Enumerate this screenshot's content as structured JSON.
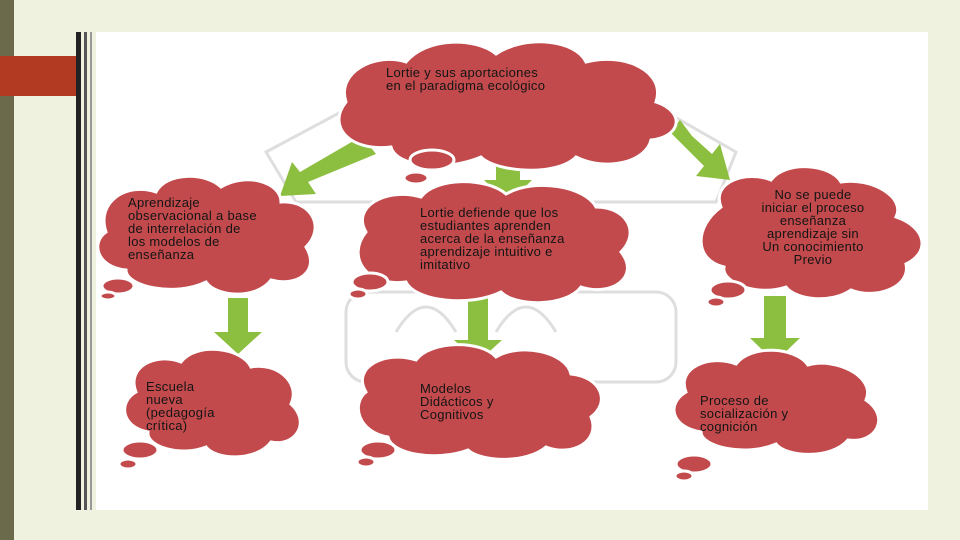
{
  "colors": {
    "cloud_fill": "#c24a4d",
    "cloud_stroke": "#ffffff",
    "arrow_fill": "#8cbf3f",
    "text": "#141414",
    "slide_background": "#eef2de",
    "accent": "#b33a22"
  },
  "nodes": {
    "main": {
      "lines": [
        "Lortie y sus aportaciones",
        "en el paradigma  ecológico"
      ]
    },
    "left": {
      "lines": [
        "Aprendizaje",
        "observacional a base",
        "de interrelación de",
        "los modelos de",
        "enseñanza"
      ]
    },
    "center": {
      "lines": [
        "Lortie defiende que los",
        "estudiantes aprenden",
        "acerca de la enseñanza",
        "aprendizaje intuitivo e",
        "imitativo"
      ]
    },
    "right": {
      "lines": [
        "No se puede",
        "iniciar el proceso",
        "enseñanza",
        "aprendizaje  sin",
        "Un conocimiento",
        "Previo"
      ]
    },
    "bottom_left": {
      "lines": [
        "Escuela",
        "nueva",
        "(pedagogía",
        "crítica)"
      ]
    },
    "bottom_center": {
      "lines": [
        "Modelos",
        "Didácticos  y",
        "Cognitivos"
      ]
    },
    "bottom_right": {
      "lines": [
        "Proceso de",
        "socialización  y",
        "cognición"
      ]
    }
  }
}
